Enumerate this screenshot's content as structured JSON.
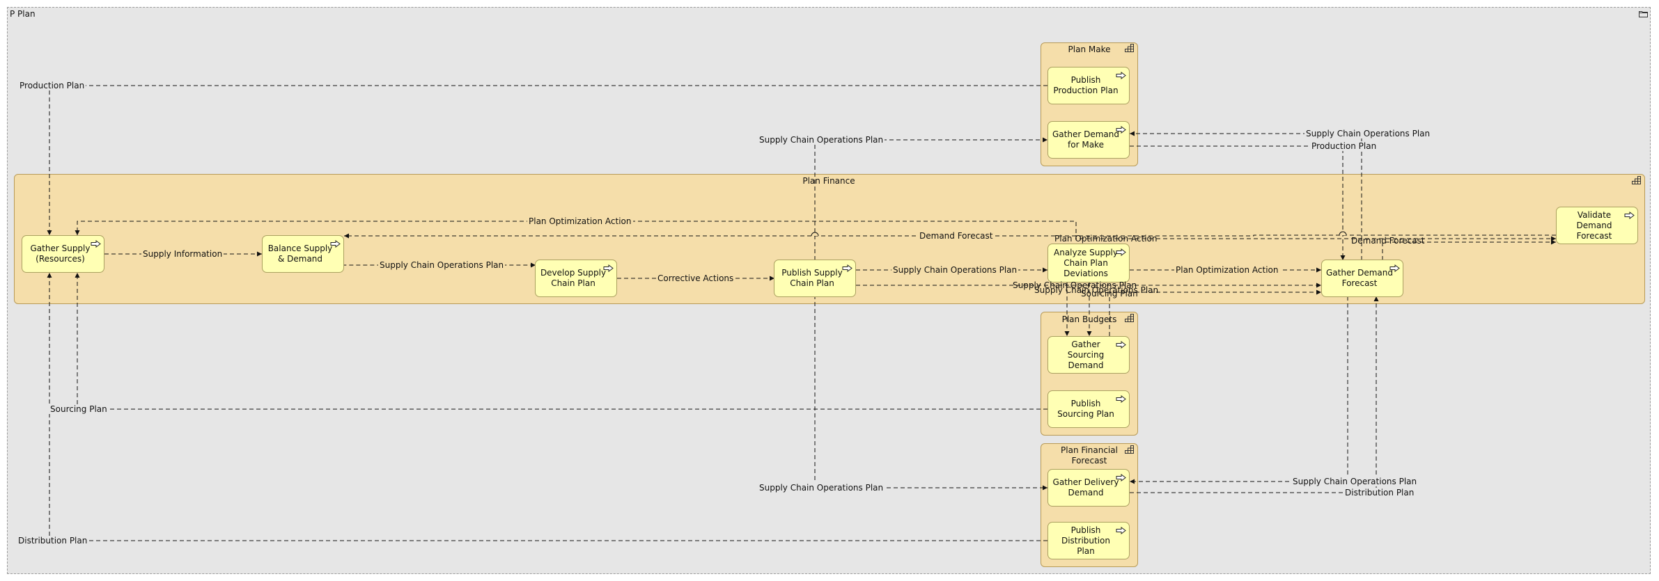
{
  "outer": {
    "title": "P Plan"
  },
  "groups": {
    "plan_make": "Plan Make",
    "plan_finance": "Plan Finance",
    "plan_budgets": "Plan Budgets",
    "plan_financial_forecast": "Plan Financial Forecast"
  },
  "processes": {
    "publish_production_plan": "Publish Production Plan",
    "gather_demand_for_make": "Gather Demand for Make",
    "gather_supply": "Gather Supply (Resources)",
    "balance_supply_demand": "Balance Supply & Demand",
    "develop_supply_chain_plan": "Develop Supply Chain Plan",
    "publish_supply_chain_plan": "Publish Supply Chain Plan",
    "analyze_supply_chain_plan_deviations": "Analyze Supply Chain Plan Deviations",
    "gather_demand_forecast": "Gather Demand Forecast",
    "validate_demand_forecast": "Validate Demand Forecast",
    "gather_sourcing_demand": "Gather Sourcing Demand",
    "publish_sourcing_plan": "Publish Sourcing Plan",
    "gather_delivery_demand": "Gather Delivery Demand",
    "publish_distribution_plan": "Publish Distribution Plan"
  },
  "flows": {
    "production_plan_left": "Production Plan",
    "sc_ops_plan_to_make": "Supply Chain Operations Plan",
    "sc_ops_plan_make_right": "Supply Chain Operations Plan",
    "production_plan_right": "Production Plan",
    "plan_optimization_action_top": "Plan Optimization Action",
    "demand_forecast_mid": "Demand Forecast",
    "plan_optimization_action_mid": "Plan Optimization Action",
    "demand_forecast_right": "Demand Forecast",
    "supply_information": "Supply Information",
    "sc_ops_plan_balance": "Supply Chain Operations Plan",
    "corrective_actions": "Corrective Actions",
    "sc_ops_plan_publish": "Supply Chain Operations Plan",
    "plan_optimization_action_analyze": "Plan Optimization Action",
    "sc_ops_plan_low": "Supply Chain Operations Plan",
    "sc_ops_plan_overlap": "Supply Chain Operations Plan",
    "sourcing_plan_overlap": "Sourcing Plan",
    "sourcing_plan_left": "Sourcing Plan",
    "sc_ops_plan_to_delivery": "Supply Chain Operations Plan",
    "sc_ops_plan_delivery_right": "Supply Chain Operations Plan",
    "distribution_plan_right": "Distribution Plan",
    "distribution_plan_left": "Distribution Plan"
  },
  "colors": {
    "canvas": "#e6e6e6",
    "group_fill": "#f5deaa",
    "process_fill": "#ffffb4",
    "connector": "#111111"
  },
  "icons": {
    "outer": "folder-icon",
    "group": "group-grid-icon",
    "process": "process-arrow-icon"
  }
}
